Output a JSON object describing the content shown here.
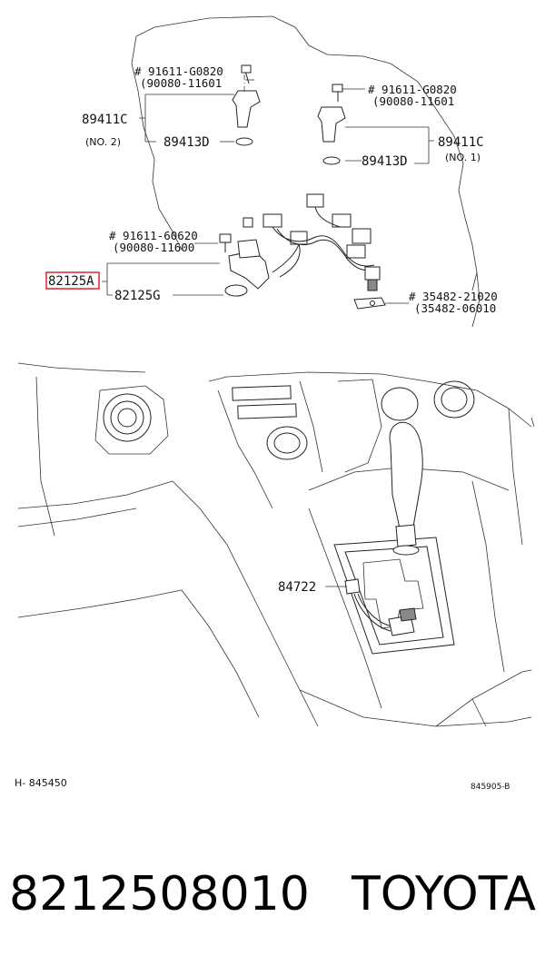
{
  "diagram": {
    "labels": {
      "bolt_top_left": "# 91611-G0820",
      "bolt_top_left_alt": "(90080-11601",
      "sensor_left": "89411C",
      "sensor_left_no": "(NO. 2)",
      "ring_left": "89413D",
      "bolt_top_right": "# 91611-G0820",
      "bolt_top_right_alt": "(90080-11601",
      "sensor_right": "89411C",
      "sensor_right_no": "(NO. 1)",
      "ring_right": "89413D",
      "bolt_mid": "# 91611-60620",
      "bolt_mid_alt": "(90080-11600",
      "highlight_part": "82125A",
      "ring_mid": "82125G",
      "clamp": "# 35482-21020",
      "clamp_alt": "(35482-06010",
      "shift_part": "84722",
      "ref_left": "H- 845450",
      "ref_right": "845905-B"
    },
    "highlight_color": "#d9262c"
  },
  "footer": {
    "part_number": "8212508010",
    "brand": "TOYOTA"
  }
}
